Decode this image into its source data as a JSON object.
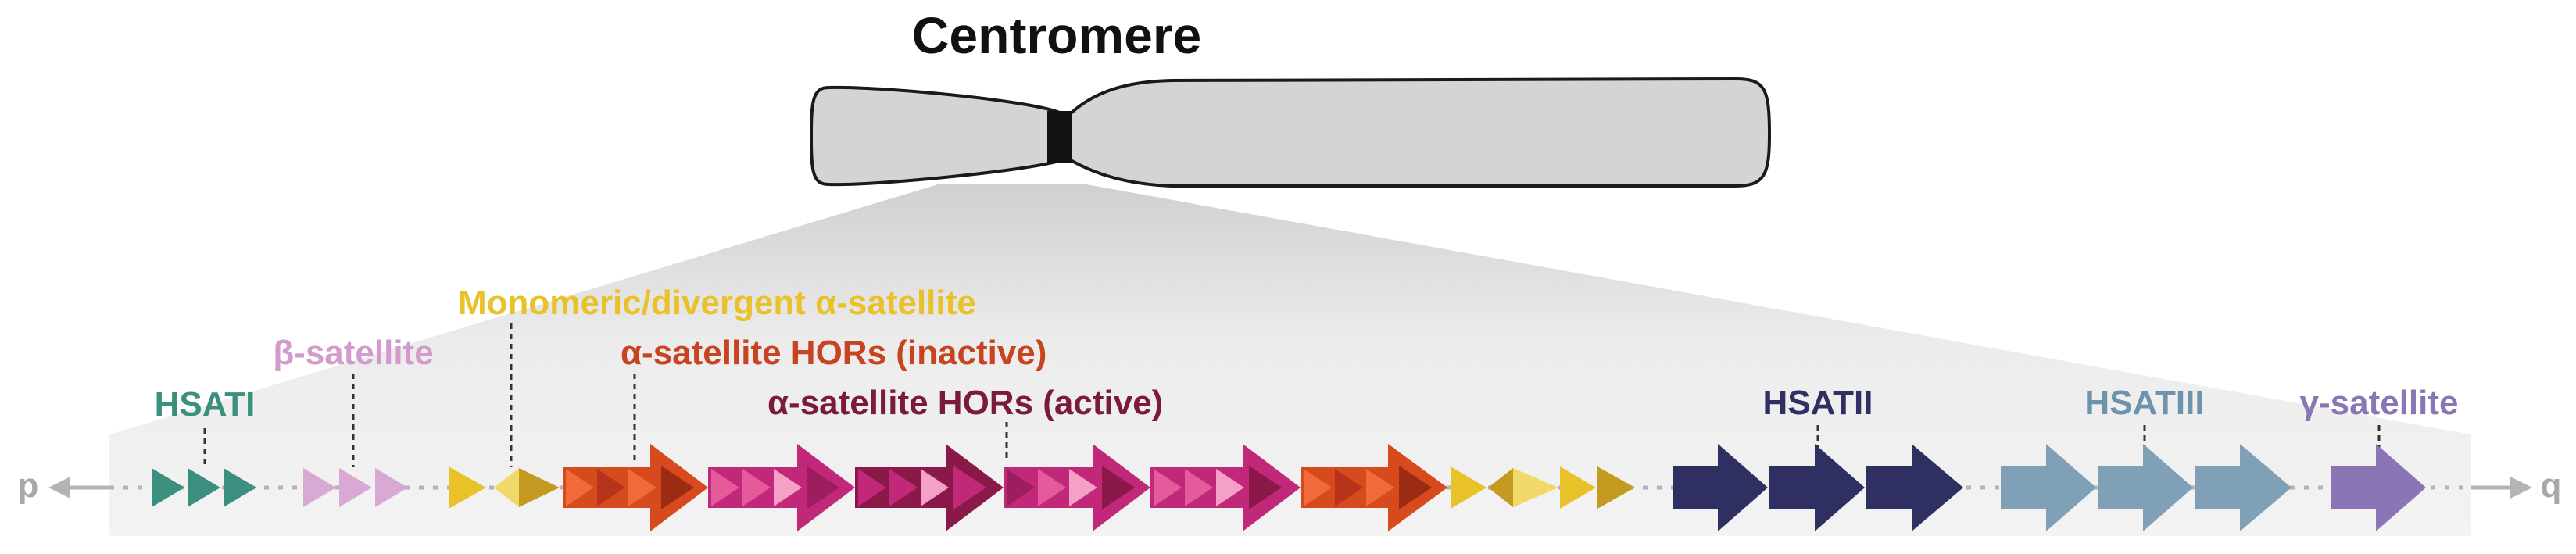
{
  "title": "Centromere",
  "arm_labels": {
    "p": "p",
    "q": "q"
  },
  "labels": {
    "hsati": "HSATI",
    "beta": "β-satellite",
    "monomeric": "Monomeric/divergent α-satellite",
    "hors_inactive": "α-satellite HORs (inactive)",
    "hors_active": "α-satellite HORs (active)",
    "hsatii": "HSATII",
    "hsatiii": "HSATIII",
    "gamma": "γ-satellite"
  },
  "colors": {
    "hsati": "#3b8f7e",
    "beta": "#d7a9d4",
    "monomeric": "#e8c228",
    "monomeric_light": "#f1d869",
    "monomeric_dark": "#c49a20",
    "hors_inactive": "#d64a1e",
    "hors_inactive_label": "#c8431f",
    "hors_active": "#c2287a",
    "hors_active_dark": "#8a1848",
    "hors_active_label": "#7a1a3c",
    "hsatii": "#2f2f62",
    "hsatiii": "#7fa0b6",
    "hsatiii_label": "#6d93ad",
    "gamma": "#8a76b4",
    "arm_grey": "#b4b4b4",
    "chromosome_fill": "#d4d4d4",
    "centromere": "#111111"
  }
}
